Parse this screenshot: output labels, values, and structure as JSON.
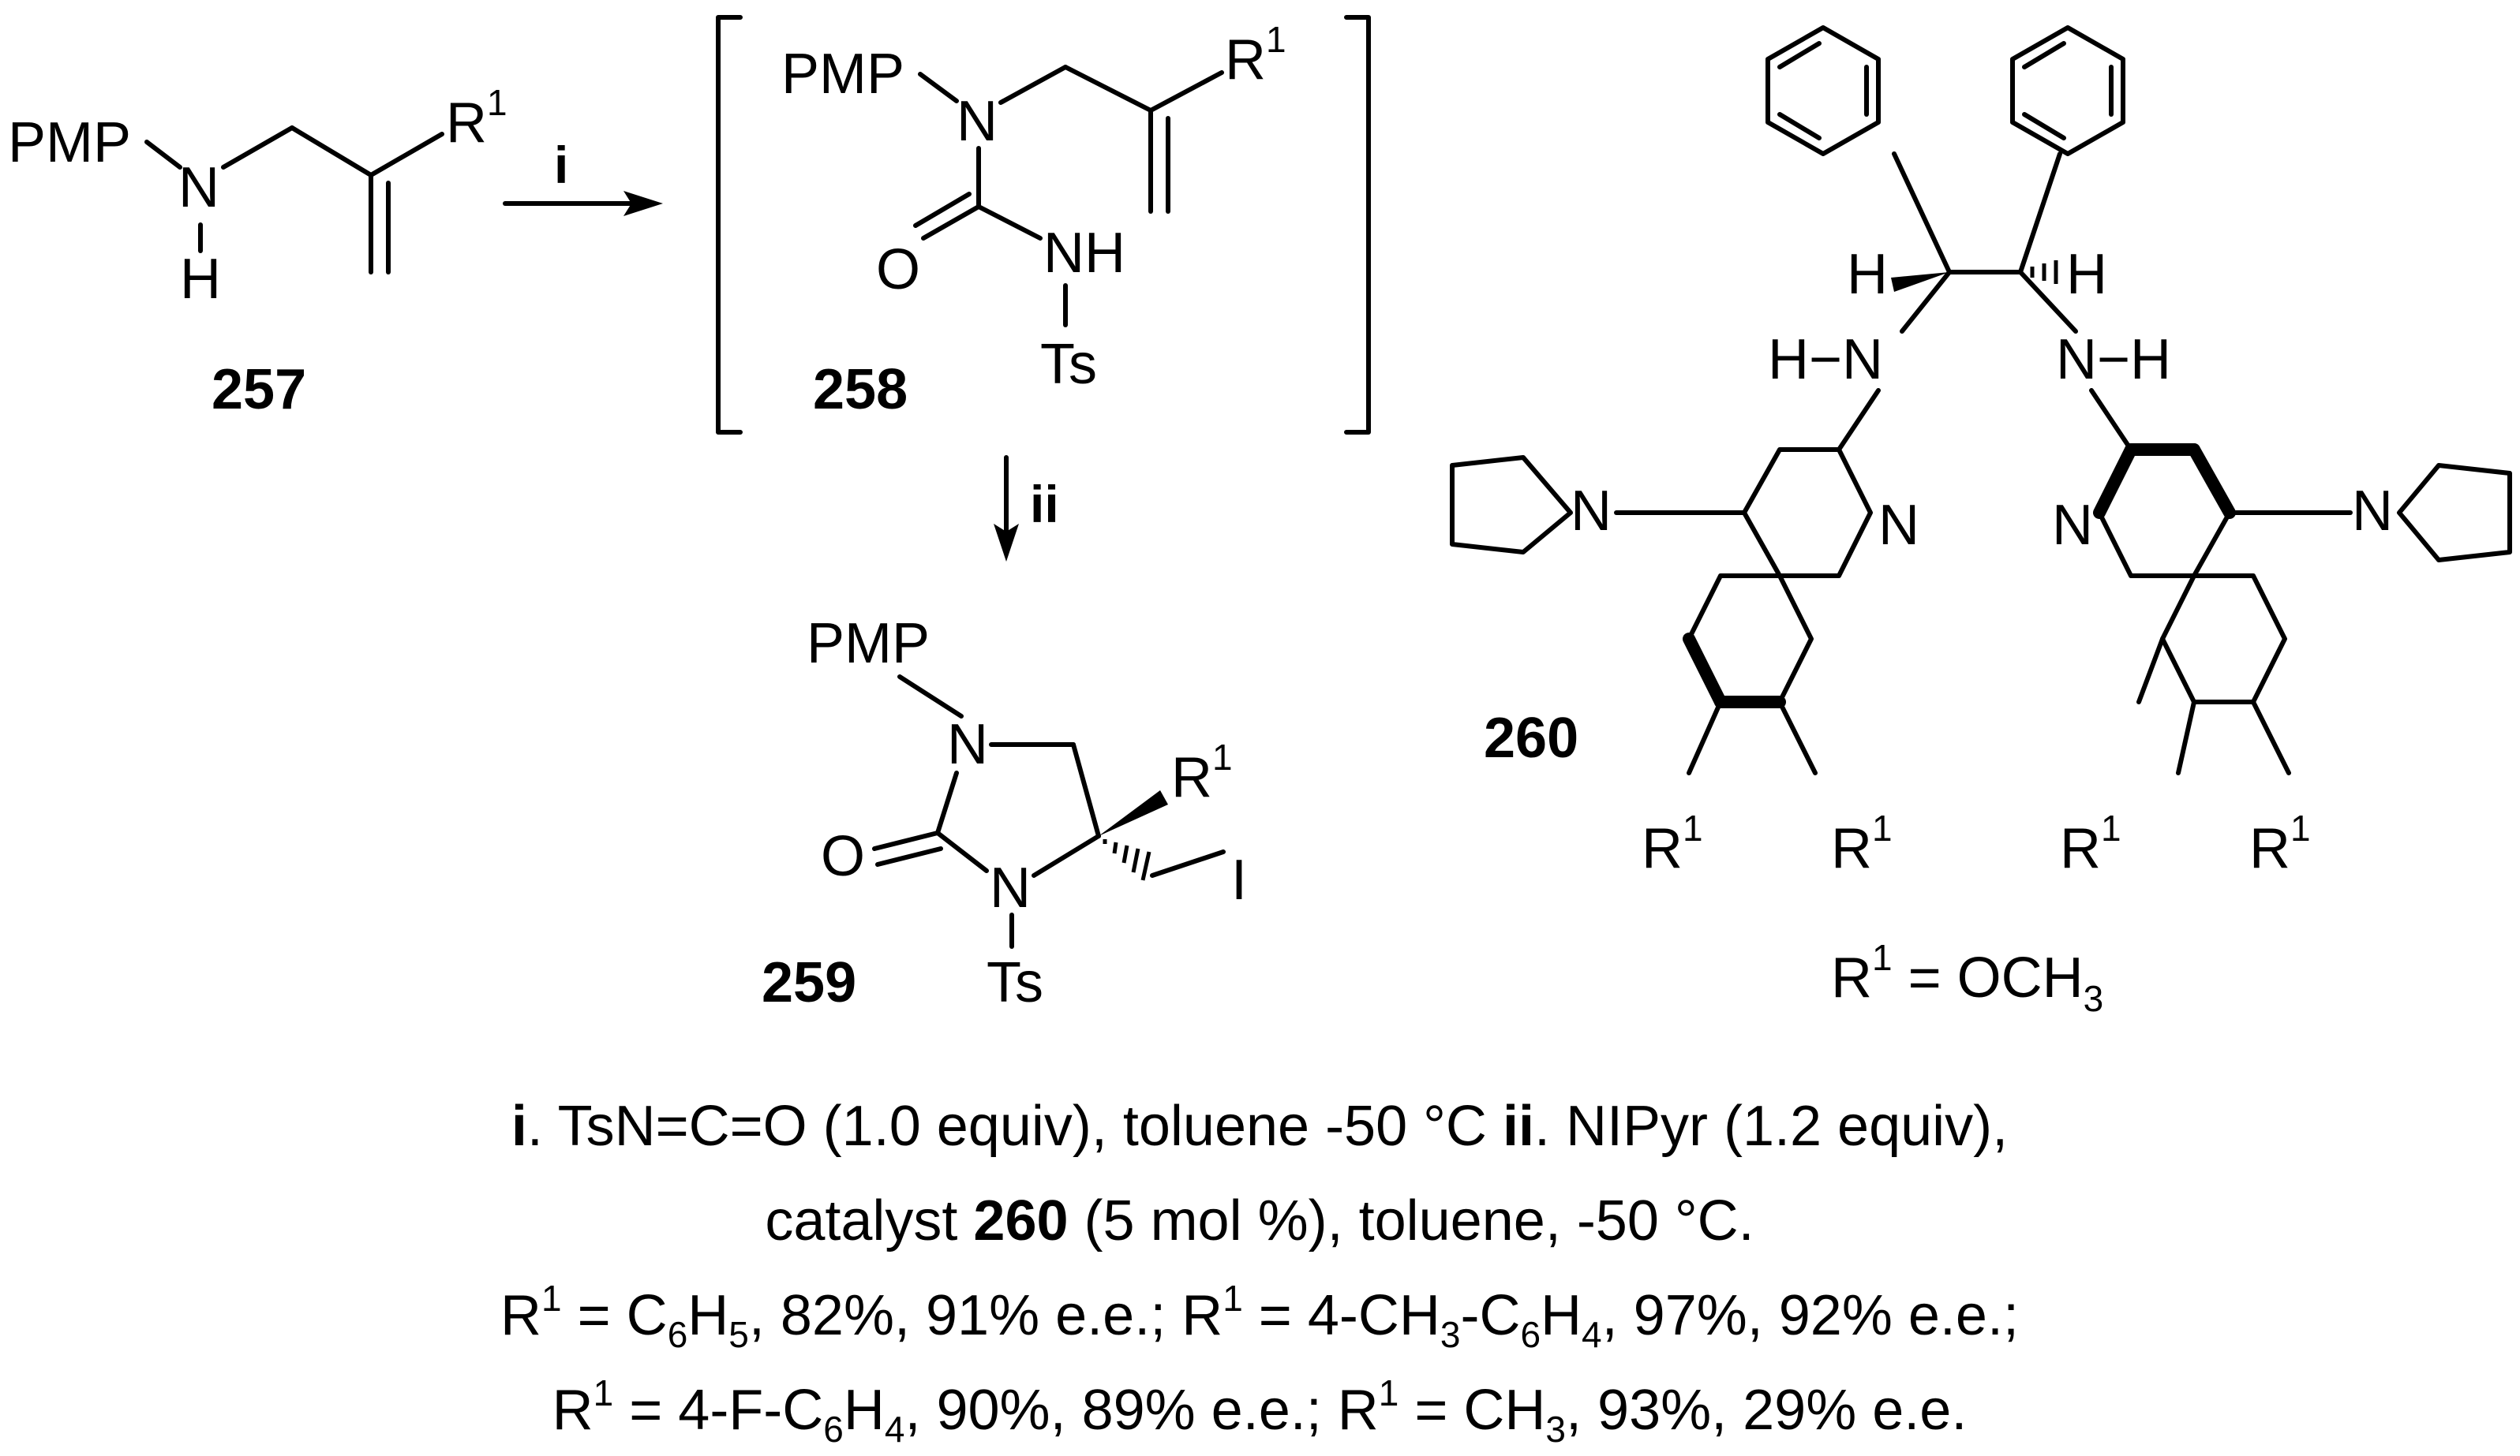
{
  "compounds": {
    "c257": "257",
    "c258": "258",
    "c259": "259",
    "c260": "260"
  },
  "atoms": {
    "pmp": "PMP",
    "n": "N",
    "h": "H",
    "r": "R",
    "one": "1",
    "o": "O",
    "nh": "NH",
    "ts": "Ts",
    "i_atom": "I",
    "h_n": "H−N",
    "n_h": "N−H"
  },
  "steps": {
    "step1": "i",
    "step2": "ii"
  },
  "substituent_def": {
    "r": "R",
    "sup": "1",
    "rest": " = OCH",
    "sub": "3"
  },
  "conditions": {
    "line1": [
      {
        "t": "i",
        "b": true
      },
      {
        "t": ". TsN=C=O  (1.0 equiv), toluene -50 °C ",
        "b": false
      },
      {
        "t": "ii",
        "b": true
      },
      {
        "t": ". NIPyr (1.2 equiv),",
        "b": false
      }
    ],
    "line2": [
      {
        "t": "catalyst ",
        "b": false
      },
      {
        "t": "260",
        "b": true
      },
      {
        "t": " (5 mol %), toluene, -50 °C.",
        "b": false
      }
    ],
    "line3": [
      {
        "t": "R",
        "b": false
      },
      {
        "t": "1",
        "b": false,
        "s": "sup"
      },
      {
        "t": " = C",
        "b": false
      },
      {
        "t": "6",
        "b": false,
        "s": "sub"
      },
      {
        "t": "H",
        "b": false
      },
      {
        "t": "5",
        "b": false,
        "s": "sub"
      },
      {
        "t": ", 82%, 91% e.e.;  R",
        "b": false
      },
      {
        "t": "1",
        "b": false,
        "s": "sup"
      },
      {
        "t": " = 4-CH",
        "b": false
      },
      {
        "t": "3",
        "b": false,
        "s": "sub"
      },
      {
        "t": "-C",
        "b": false
      },
      {
        "t": "6",
        "b": false,
        "s": "sub"
      },
      {
        "t": "H",
        "b": false
      },
      {
        "t": "4",
        "b": false,
        "s": "sub"
      },
      {
        "t": ", 97%, 92% e.e.;",
        "b": false
      }
    ],
    "line4": [
      {
        "t": "R",
        "b": false
      },
      {
        "t": "1",
        "b": false,
        "s": "sup"
      },
      {
        "t": " = 4-F-C",
        "b": false
      },
      {
        "t": "6",
        "b": false,
        "s": "sub"
      },
      {
        "t": "H",
        "b": false
      },
      {
        "t": "4",
        "b": false,
        "s": "sub"
      },
      {
        "t": ", 90%, 89% e.e.;  R",
        "b": false
      },
      {
        "t": "1",
        "b": false,
        "s": "sup"
      },
      {
        "t": " = CH",
        "b": false
      },
      {
        "t": "3",
        "b": false,
        "s": "sub"
      },
      {
        "t": ", 93%, 29% e.e.",
        "b": false
      }
    ]
  }
}
